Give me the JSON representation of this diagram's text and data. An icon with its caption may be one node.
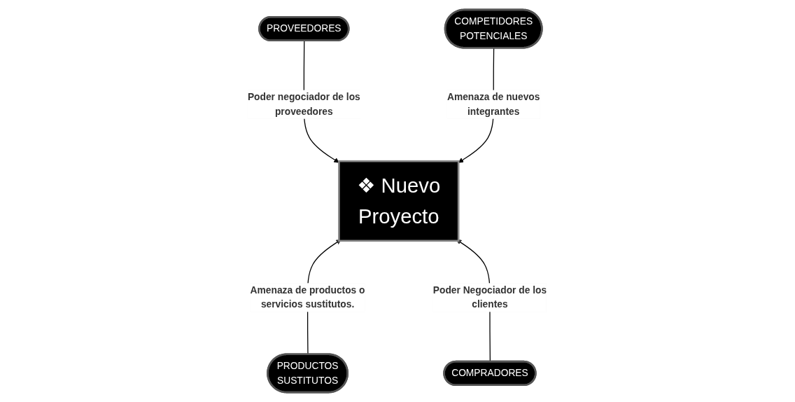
{
  "diagram": {
    "nodes": [
      {
        "text": [
          "PROVEEDORES"
        ]
      },
      {
        "text": [
          "COMPETIDORES POTENCIALES"
        ]
      },
      {
        "text": [
          "❖ Nuevo Proyecto"
        ]
      },
      {
        "text": [
          "PRODUCTOS SUSTITUTOS"
        ]
      },
      {
        "text": [
          "COMPRADORES"
        ]
      }
    ],
    "edges": [
      {
        "from": 0,
        "to": 2,
        "arrow": "to",
        "label": "Poder negociador de los proveedores"
      },
      {
        "from": 1,
        "to": 2,
        "arrow": "to",
        "label": "Amenaza de nuevos integrantes"
      },
      {
        "from": 3,
        "to": 2,
        "arrow": "to",
        "label": "Amenaza de productos o servicios sustitutos."
      },
      {
        "from": 4,
        "to": 2,
        "arrow": "to",
        "label": "Poder Negociador de los clientes"
      }
    ]
  }
}
